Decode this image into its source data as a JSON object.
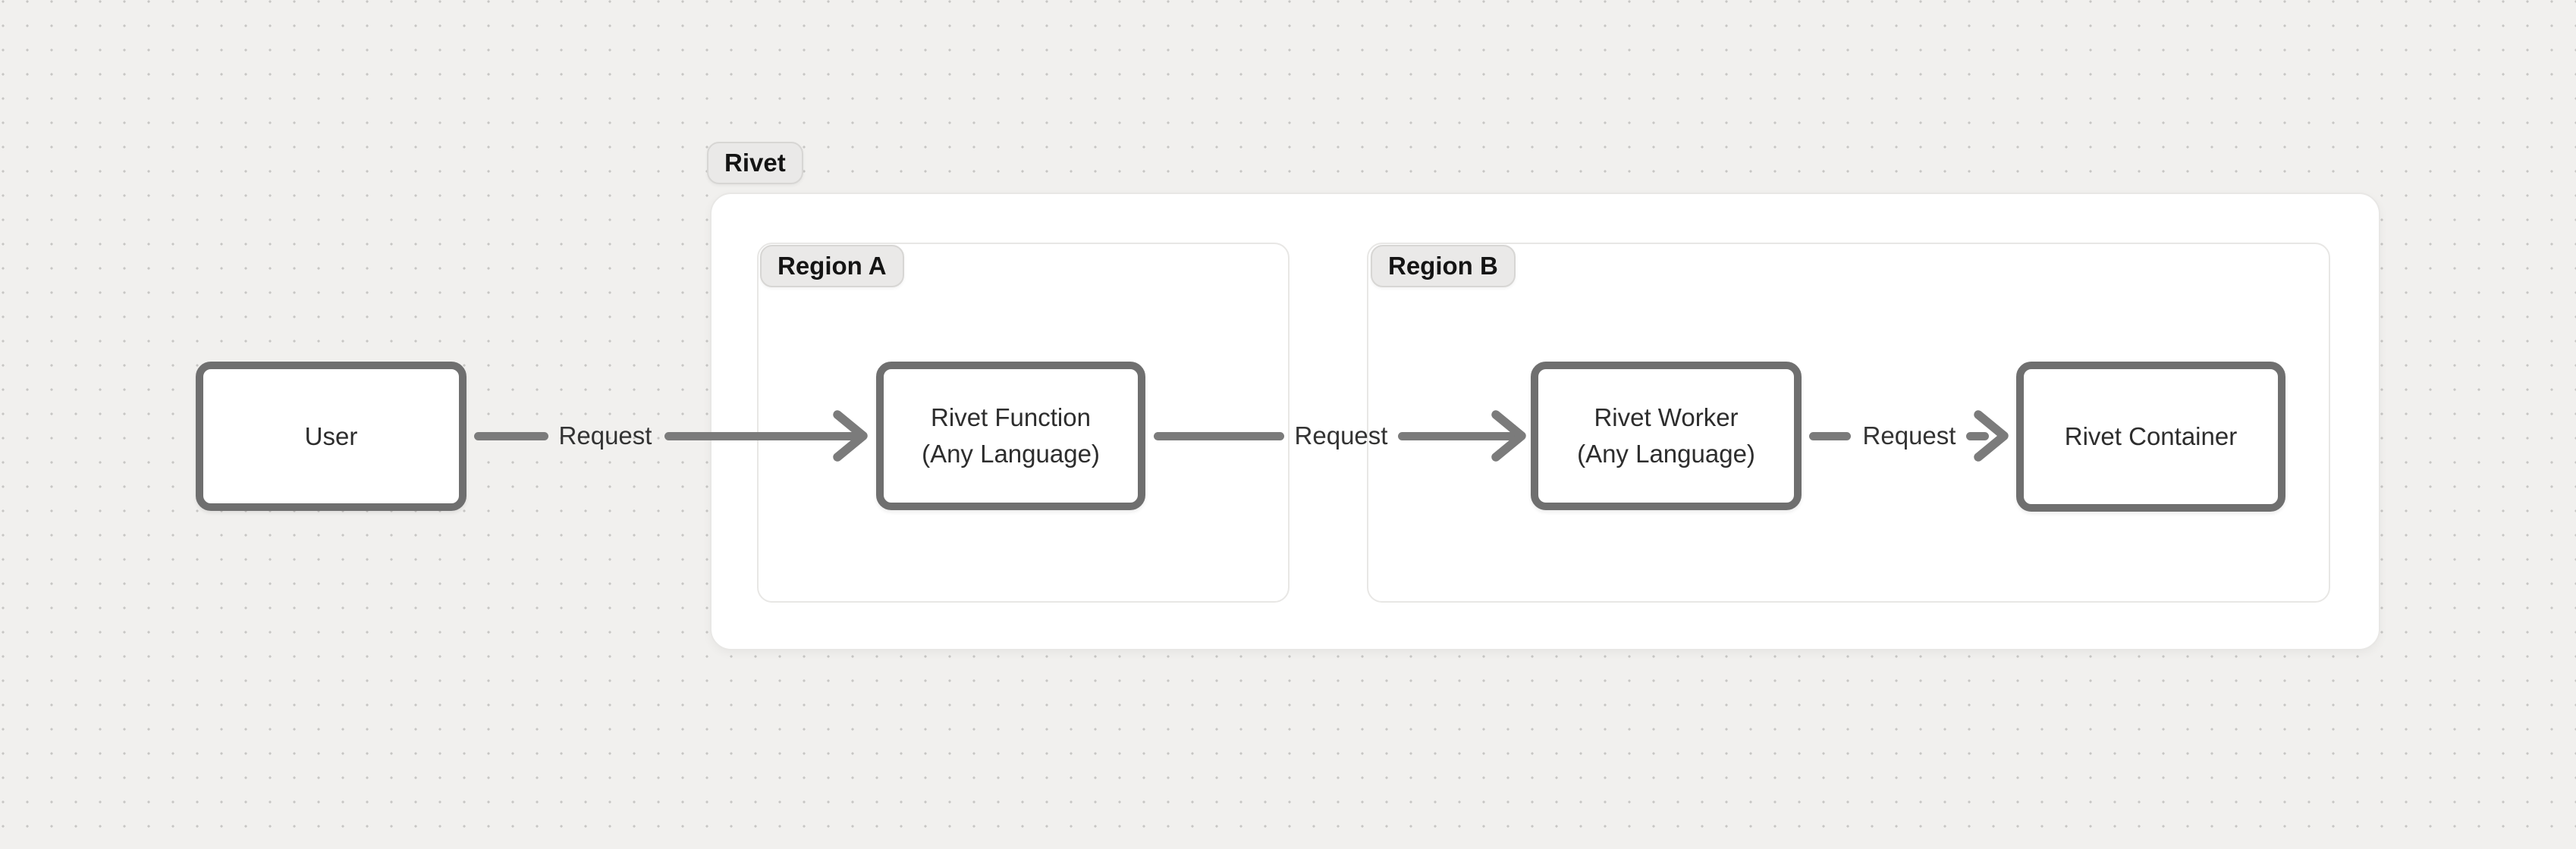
{
  "diagram": {
    "group": {
      "label": "Rivet"
    },
    "regions": [
      {
        "label": "Region A"
      },
      {
        "label": "Region B"
      }
    ],
    "nodes": [
      {
        "id": "user",
        "label": "User"
      },
      {
        "id": "rivet-function",
        "label": "Rivet Function\n(Any Language)"
      },
      {
        "id": "rivet-worker",
        "label": "Rivet Worker\n(Any Language)"
      },
      {
        "id": "rivet-container",
        "label": "Rivet Container"
      }
    ],
    "edges": [
      {
        "from": "user",
        "to": "rivet-function",
        "label": "Request"
      },
      {
        "from": "rivet-function",
        "to": "rivet-worker",
        "label": "Request"
      },
      {
        "from": "rivet-worker",
        "to": "rivet-container",
        "label": "Request"
      }
    ],
    "colors": {
      "canvas_bg": "#f1f0ee",
      "dot": "#c7c6c4",
      "node_border": "#6f6f6f",
      "node_bg": "#ffffff",
      "node_text": "#2d2d2d",
      "arrow": "#7b7b7b",
      "group_bg": "#ffffff",
      "group_border": "#e8e7e5",
      "badge_bg": "#eae9e8",
      "badge_border": "#d7d6d4"
    }
  }
}
